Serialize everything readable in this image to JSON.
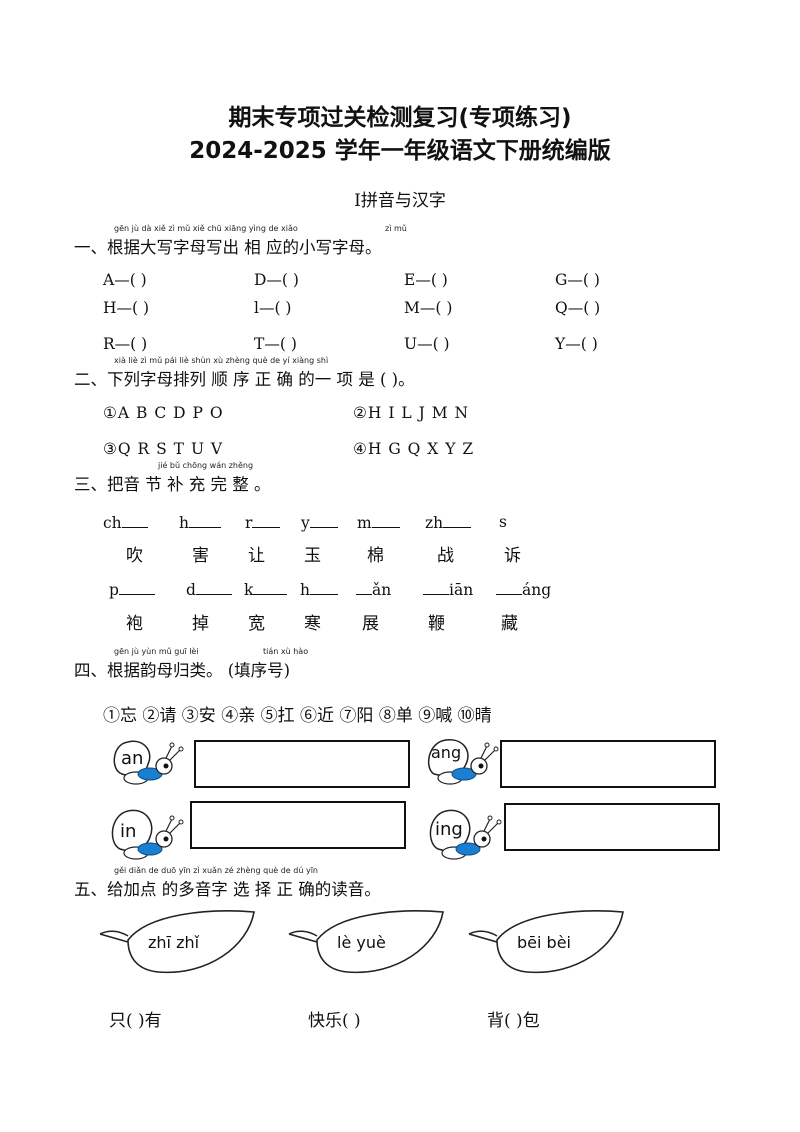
{
  "header": {
    "title_line1": "期末专项过关检测复习(专项练习)",
    "title_line2": "2024-2025 学年一年级语文下册统编版",
    "section": "Ⅰ拼音与汉字"
  },
  "q1": {
    "pinyin": [
      "gēn jù  dà  xiě  zì   mǔ  xiě chū   xiāng  yìng de xiǎo",
      "zì  mǔ"
    ],
    "text": "一、根据大写字母写出 相 应的小写字母。",
    "rows": [
      [
        "A—(     )",
        "D—(    )",
        "E—(     )",
        "G—(      )"
      ],
      [
        "H—(     )",
        "l—(    )",
        "M—(     )",
        "Q—(      )"
      ],
      [
        "R—(     )",
        "T—(    )",
        "U—(     )",
        "Y—(      )"
      ]
    ]
  },
  "q2": {
    "pinyin": "xià liè  zì  mǔ  pái liè   shùn   xù   zhèng   què    de  yí   xiàng   shì",
    "text": "二、下列字母排列 顺 序 正 确 的一 项 是 (        )。",
    "options": [
      "①A B C D P O",
      "②H I L J M N",
      "③Q R S T U V",
      "④H G Q X Y Z"
    ]
  },
  "q3": {
    "pinyin": "jié    bǔ   chōng  wán   zhěng",
    "text": "三、把音 节 补 充 完 整 。",
    "row1_syllables": [
      "ch",
      "h",
      "r",
      "y",
      "m",
      "zh",
      "s"
    ],
    "row1_chars": [
      "吹",
      "害",
      "让",
      "玉",
      "棉",
      "战",
      "诉"
    ],
    "row2_syllables": [
      "p",
      "d",
      "k",
      "h",
      "ǎn",
      "iān",
      "áng"
    ],
    "row2_chars": [
      "袍",
      "掉",
      "宽",
      "寒",
      "展",
      "鞭",
      "藏"
    ]
  },
  "q4": {
    "pinyin": [
      "gēn  jù  yùn  mǔ  guī  lèi",
      "tián xù  hào"
    ],
    "text": "四、根据韵母归类。 (填序号)",
    "chars": "①忘 ②请 ③安 ④亲 ⑤扛 ⑥近 ⑦阳 ⑧单 ⑨喊 ⑩晴",
    "categories": [
      "an",
      "ang",
      "in",
      "ing"
    ]
  },
  "q5": {
    "pinyin": "gěi   diǎn   de  duō yīn  zì    xuǎn    zé    zhèng    què  de  dú  yīn",
    "text": "五、给加点 的多音字 选 择 正 确的读音。",
    "leaves": [
      "zhī  zhǐ",
      "lè  yuè",
      "bēi  bèi"
    ],
    "answers": [
      "只(        )有",
      "快乐(      )",
      "背(        )包"
    ]
  }
}
